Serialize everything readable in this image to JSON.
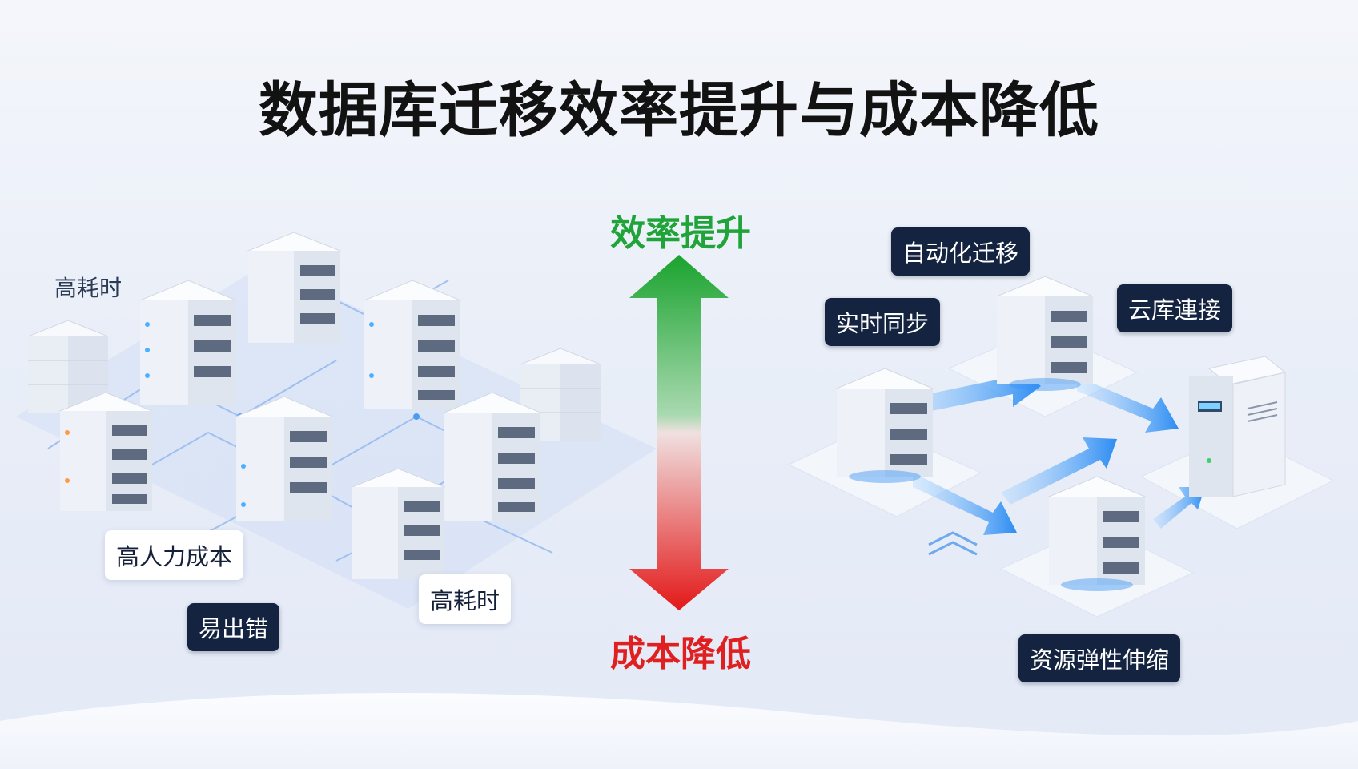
{
  "title": "数据库迁移效率提升与成本降低",
  "left": {
    "label_top": "高耗时",
    "tag_cost": "高人力成本",
    "tag_time": "高耗时",
    "tag_error": "易出错"
  },
  "center": {
    "up_label": "效率提升",
    "down_label": "成本降低",
    "colors": {
      "up": "#1aa32e",
      "down": "#e31818"
    }
  },
  "right": {
    "tag_auto": "自动化迁移",
    "tag_realtime": "实时同步",
    "tag_cloud": "云库連接",
    "tag_elastic": "资源弹性伸缩"
  }
}
